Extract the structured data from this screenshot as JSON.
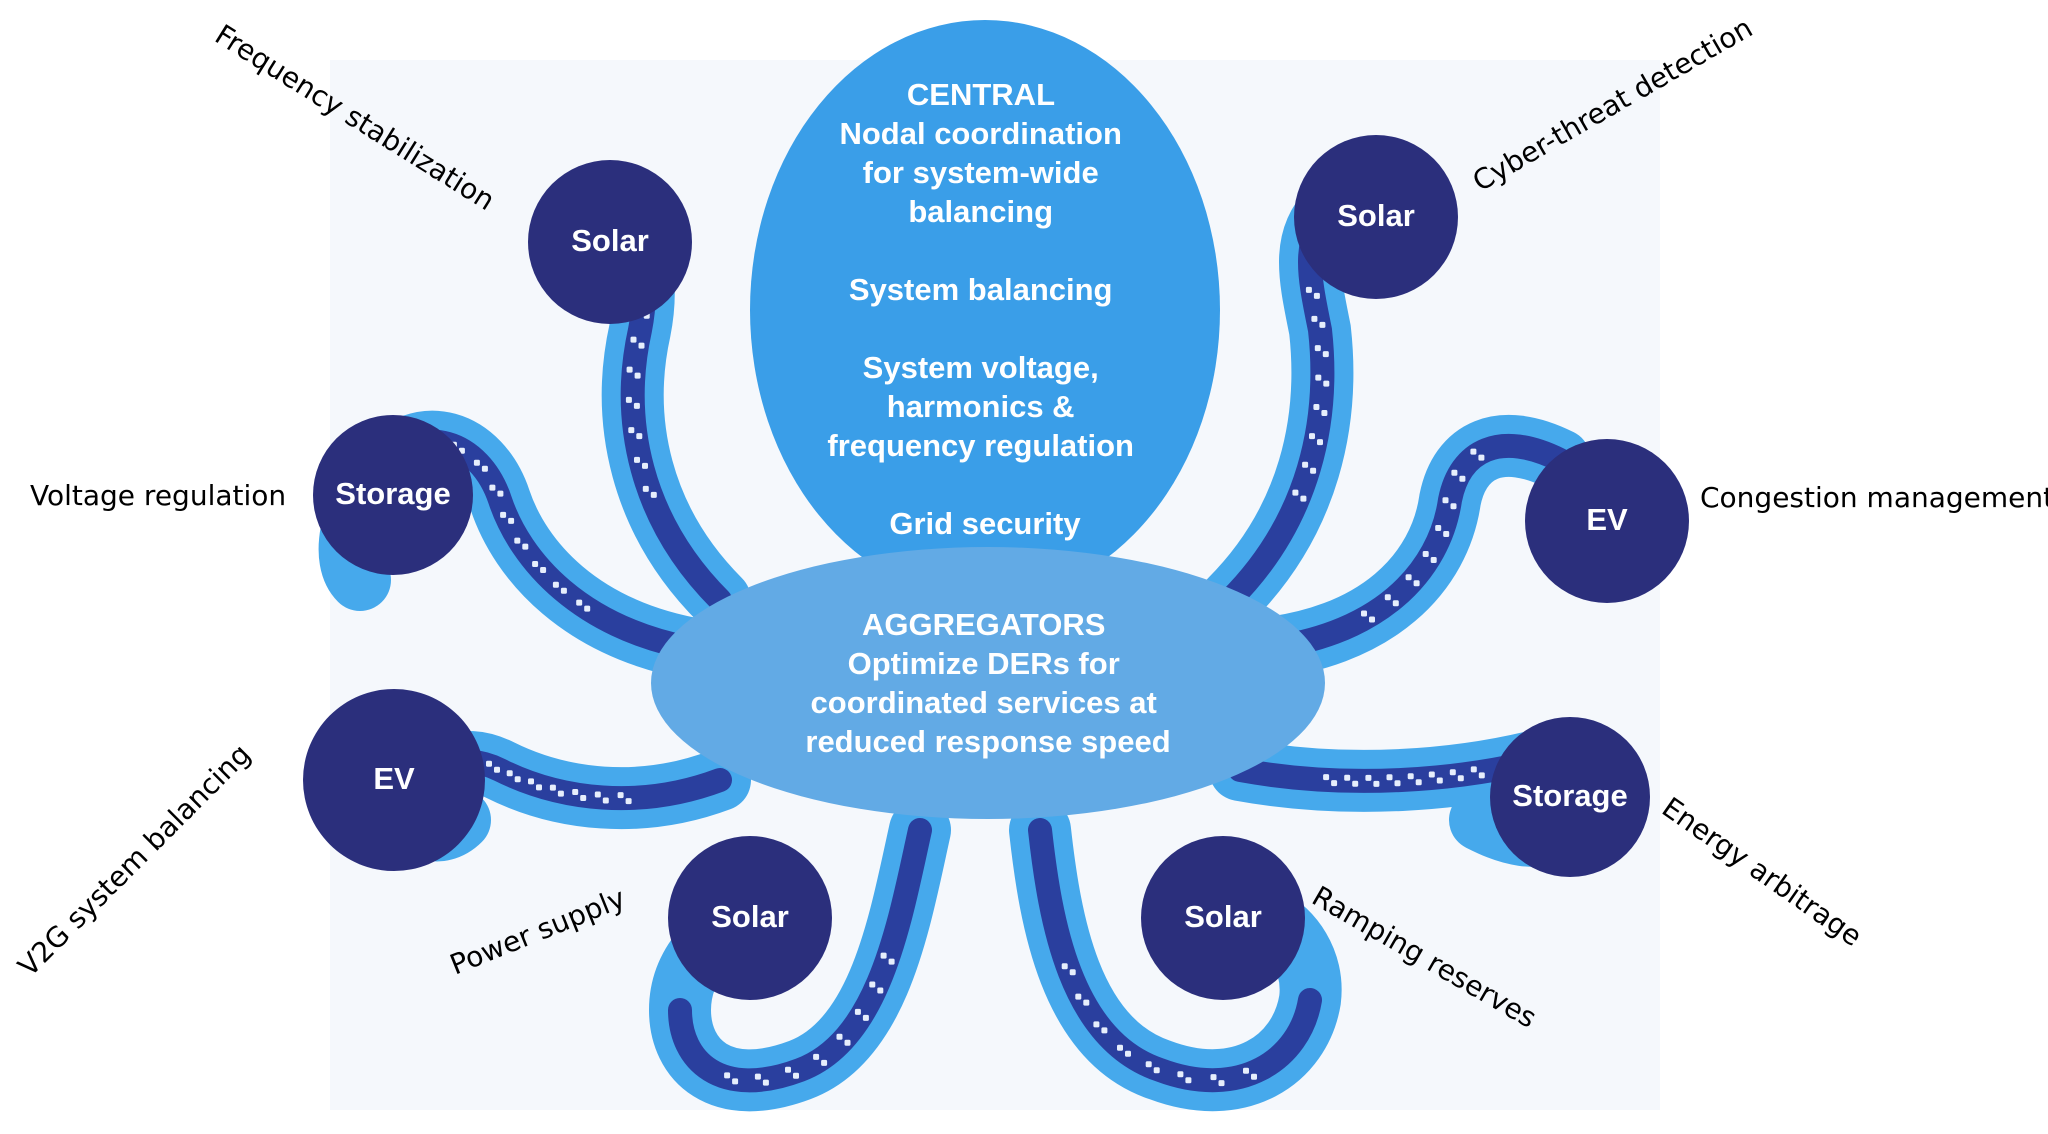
{
  "colors": {
    "head": "#3a9ee8",
    "aggregator": "#5fa9e4",
    "tentacle_light": "#46a9ec",
    "tentacle_dark": "#2a3f9e",
    "node": "#2b2f7c",
    "background_tint": "#f3f6fb"
  },
  "central": {
    "title": "CENTRAL",
    "lines": [
      "Nodal coordination",
      "for system-wide",
      "balancing",
      "",
      "System balancing",
      "",
      "System voltage,",
      "harmonics &",
      "frequency regulation",
      "",
      "Grid security"
    ]
  },
  "aggregators": {
    "title": "AGGREGATORS",
    "lines": [
      "Optimize DERs for",
      "coordinated services at",
      "reduced response speed"
    ]
  },
  "nodes": [
    {
      "id": "solar-top-left",
      "label": "Solar",
      "service": "Frequency stabilization"
    },
    {
      "id": "storage-left",
      "label": "Storage",
      "service": "Voltage regulation"
    },
    {
      "id": "ev-left",
      "label": "EV",
      "service": "V2G system balancing"
    },
    {
      "id": "solar-bottom-left",
      "label": "Solar",
      "service": "Power supply"
    },
    {
      "id": "solar-bottom-right",
      "label": "Solar",
      "service": "Ramping reserves"
    },
    {
      "id": "storage-right",
      "label": "Storage",
      "service": "Energy arbitrage"
    },
    {
      "id": "ev-right",
      "label": "EV",
      "service": "Congestion management"
    },
    {
      "id": "solar-top-right",
      "label": "Solar",
      "service": "Cyber-threat detection"
    }
  ]
}
